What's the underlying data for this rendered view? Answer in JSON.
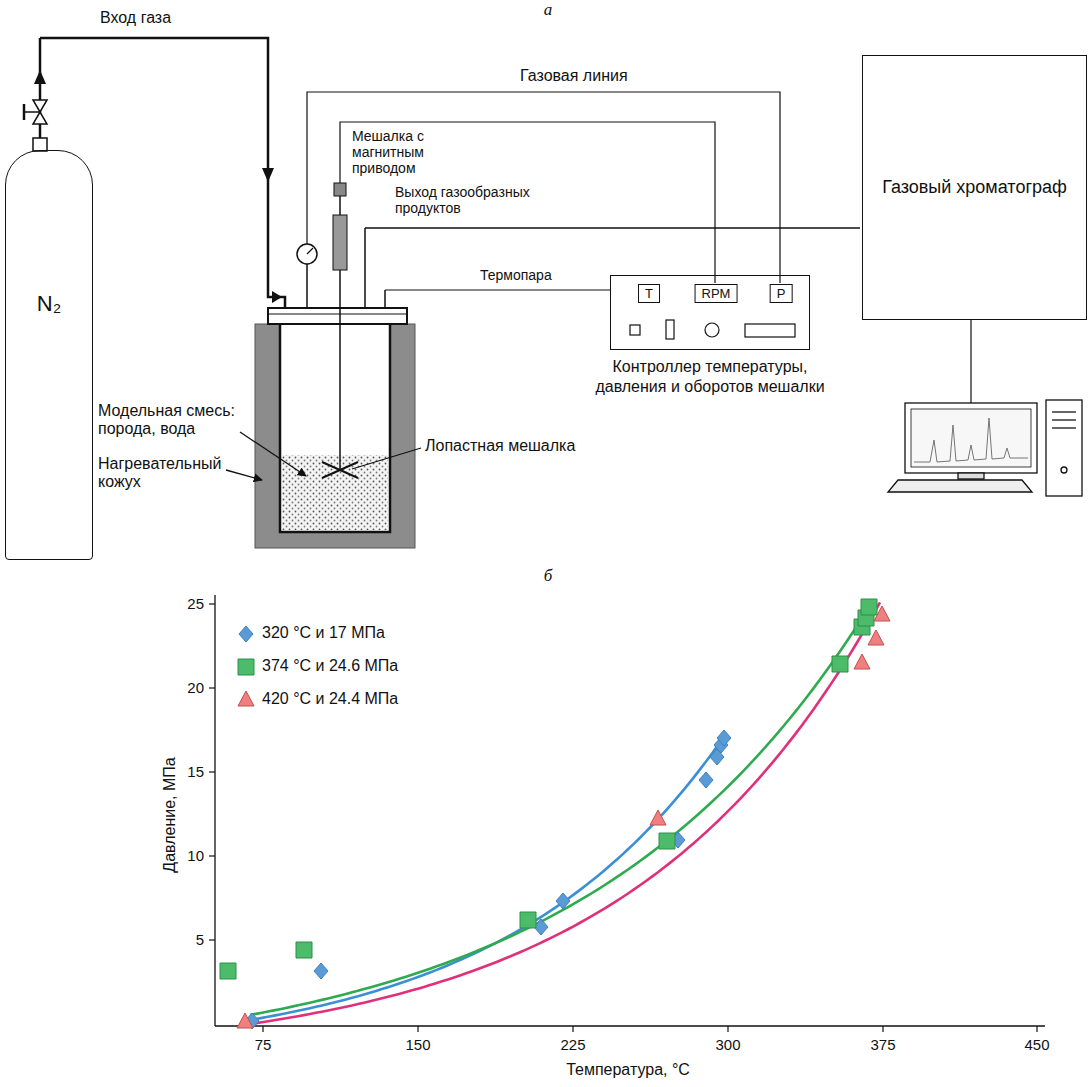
{
  "diagram": {
    "nodes": [
      {
        "text": [
          "N₂"
        ]
      },
      {
        "text": [
          "Газовый хроматограф"
        ]
      },
      {
        "text": [
          "Контроллер температуры, давления и оборотов мешалки"
        ]
      },
      {
        "text": [
          "T"
        ],
        "in": 2
      },
      {
        "text": [
          "RPM"
        ],
        "in": 2
      },
      {
        "text": [
          "P"
        ],
        "in": 2
      }
    ],
    "labels": [
      "а",
      "Вход газа",
      "Газовая линия",
      "Мешалка с магнитным приводом",
      "Выход газообразных продуктов",
      "Термопара",
      "Модельная смесь: порода, вода",
      "Нагревательный кожух",
      "Лопастная мешалка",
      "б",
      "Давление, МПа",
      "25",
      "20",
      "15",
      "10",
      "5",
      "75",
      "150",
      "225",
      "300",
      "375",
      "450",
      "Температура, °C"
    ],
    "legend": [
      {
        "text": "320 °C и 17 МПа"
      },
      {
        "text": "374 °C и 24.6 МПа"
      },
      {
        "text": "420 °C и 24.4 МПа"
      }
    ]
  }
}
